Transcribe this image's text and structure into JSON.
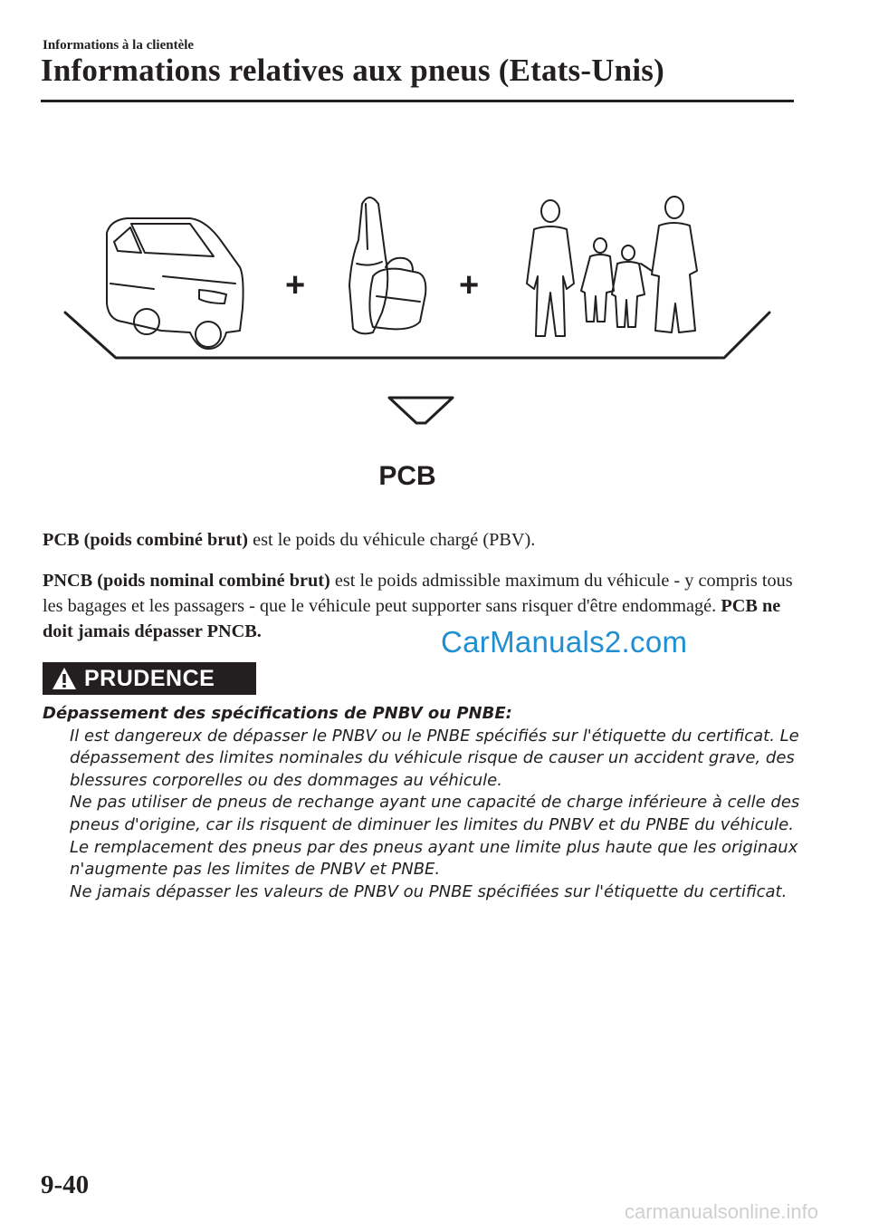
{
  "header": {
    "section": "Informations à la clientèle",
    "title": "Informations relatives aux pneus (Etats-Unis)"
  },
  "figure": {
    "plus_sign": "+",
    "result_label": "PCB"
  },
  "paragraphs": [
    {
      "bold": "PCB (poids combiné brut)",
      "text": " est le poids du véhicule chargé (PBV)."
    },
    {
      "bold": "PNCB (poids nominal combiné brut)",
      "text": " est le poids admissible maximum du véhicule - y compris tous les bagages et les passagers - que le véhicule peut supporter sans risquer d'être endommagé. ",
      "bold2": "PCB ne doit jamais dépasser PNCB."
    }
  ],
  "caution": {
    "label": "PRUDENCE",
    "heading": "Dépassement des spécifications de PNBV ou PNBE:",
    "paragraphs": [
      "Il est dangereux de dépasser le PNBV ou le PNBE spécifiés sur l'étiquette du certificat. Le dépassement des limites nominales du véhicule risque de causer un accident grave, des blessures corporelles ou des dommages au véhicule.",
      "Ne pas utiliser de pneus de rechange ayant une capacité de charge inférieure à celle des pneus d'origine, car ils risquent de diminuer les limites du PNBV et du PNBE du véhicule. Le remplacement des pneus par des pneus ayant une limite plus haute que les originaux n'augmente pas les limites de PNBV et PNBE.",
      "Ne jamais dépasser les valeurs de PNBV ou PNBE spécifiées sur l'étiquette du certificat."
    ]
  },
  "watermark": "CarManuals2.com",
  "footer": {
    "page_number": "9-40",
    "site": "carmanualsonline.info"
  }
}
